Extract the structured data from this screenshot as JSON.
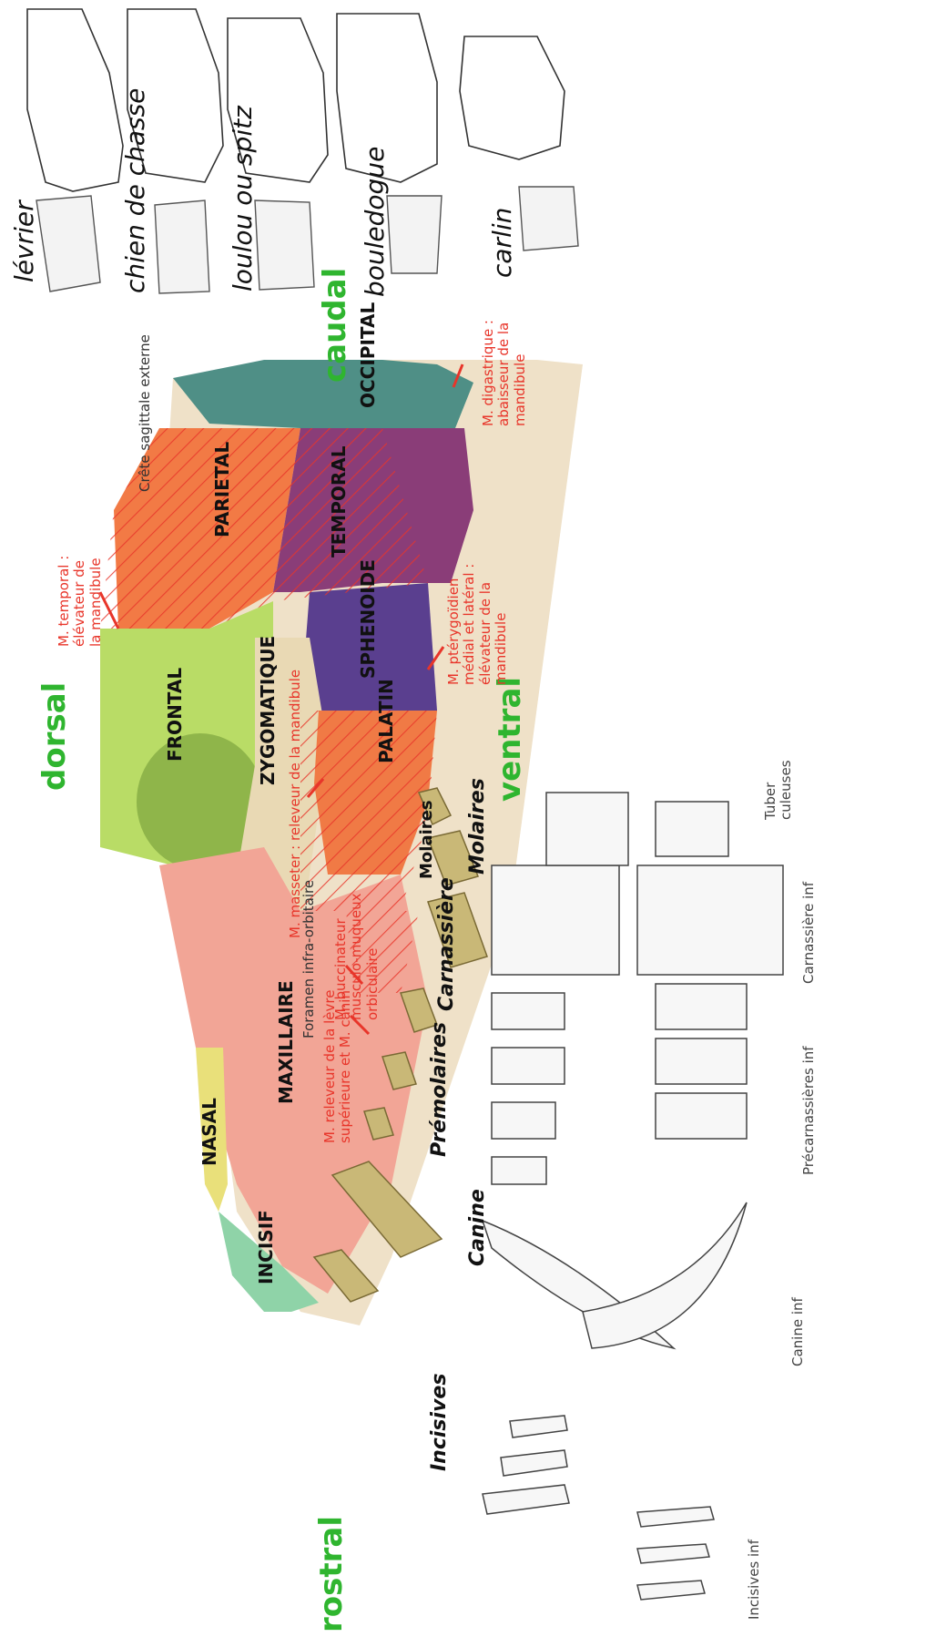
{
  "directions": {
    "rostral": "rostral",
    "caudal": "caudal",
    "dorsal": "dorsal",
    "ventral": "ventral"
  },
  "bones": {
    "incisif": "INCISIF",
    "nasal": "NASAL",
    "maxillaire": "MAXILLAIRE",
    "frontal": "FRONTAL",
    "zygomatique": "ZYGOMATIQUE",
    "palatin": "PALATIN",
    "sphenoide": "SPHENOIDE",
    "temporal": "TEMPORAL",
    "parietal": "PARIETAL",
    "occipital": "OCCIPITAL"
  },
  "labels": {
    "crete": "Crête sagittale externe",
    "foramen": "Foramen infra-orbitaire",
    "molaires_on_skull": "Molaires"
  },
  "muscles": {
    "temporal": "M. temporal :\nélévateur de\nla mandibule",
    "masseter": "M. masseter : releveur de la mandibule",
    "pterygoidien": "M. ptérygoïdien\nmédial et latéral :\nélévateur de la\nmandibule",
    "digastrique": "M. digastrique :\nabaisseur de la\nmandibule",
    "releveur_levre": "M. releveur de la lèvre\nsupérieure et M. canin",
    "buccinateur": "M. buccinateur\nmusculo-muqueux\norbiculaire"
  },
  "breeds": [
    "lévrier",
    "chien de chasse",
    "loulou ou spitz",
    "bouledogue",
    "carlin"
  ],
  "teeth_upper": {
    "incisives": "Incisives",
    "canine": "Canine",
    "premolaires": "Prémolaires",
    "carnassiere": "Carnassière",
    "molaires": "Molaires"
  },
  "teeth_lower": {
    "incisives_inf": "Incisives inf",
    "canine_inf": "Canine inf",
    "precarnassieres_inf": "Précarnassières inf",
    "carnassiere_inf": "Carnassière inf",
    "tuberculeuses": "Tuber\nculeuses"
  },
  "colors": {
    "direction_green": "#2fb52f",
    "muscle_red": "#e8352a",
    "incisif": "#8fd3a8",
    "nasal": "#e9e07a",
    "maxillaire": "#f2a596",
    "frontal": "#b9dc66",
    "zygomatique": "#e9d9b4",
    "palatin": "#f07a45",
    "sphenoide": "#5a3f8f",
    "temporal": "#8a3d78",
    "parietal": "#f27a45",
    "occipital": "#4f8f86",
    "tooth_yellow": "#c9b877"
  }
}
